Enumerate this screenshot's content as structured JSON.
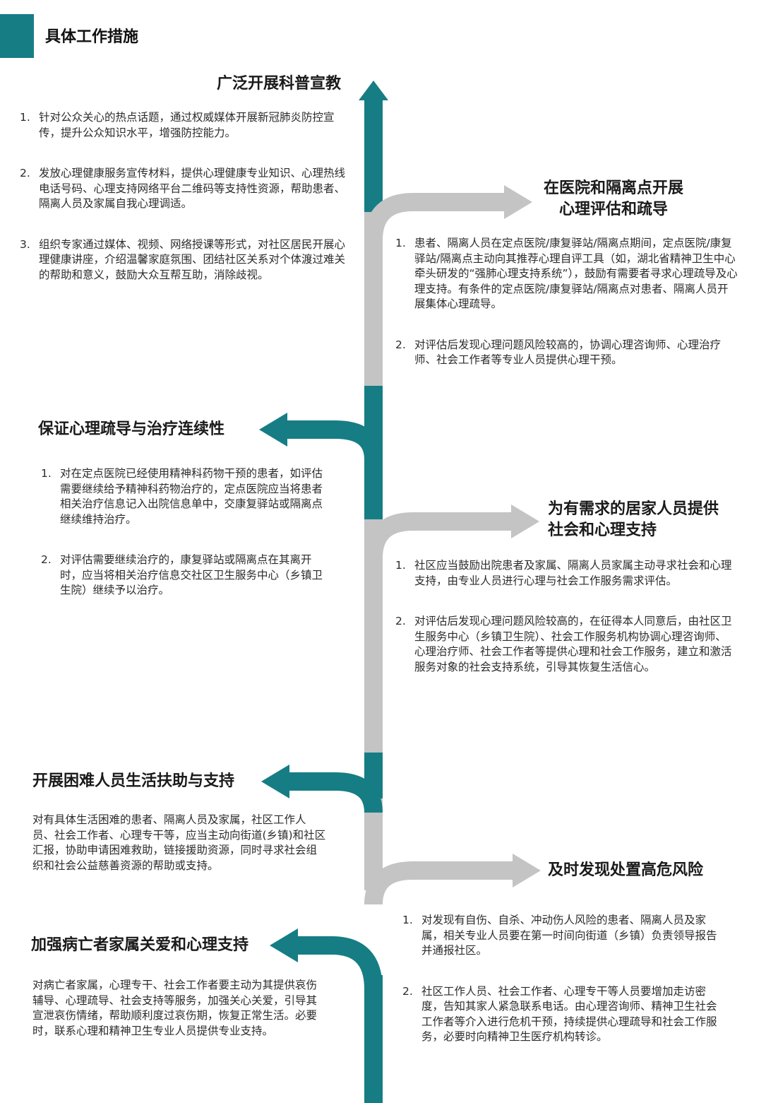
{
  "header": {
    "title": "具体工作措施"
  },
  "colors": {
    "teal": "#167d85",
    "gray": "#c4c4c4"
  },
  "sections": [
    {
      "title": [
        "广泛开展科普宣教"
      ],
      "items": [
        {
          "num": "1.",
          "text": "针对公众关心的热点话题，通过权威媒体开展新冠肺炎防控宣传，提升公众知识水平，增强防控能力。"
        },
        {
          "num": "2.",
          "text": "发放心理健康服务宣传材料，提供心理健康专业知识、心理热线电话号码、心理支持网络平台二维码等支持性资源，帮助患者、隔离人员及家属自我心理调适。"
        },
        {
          "num": "3.",
          "text": "组织专家通过媒体、视频、网络授课等形式，对社区居民开展心理健康讲座，介绍温馨家庭氛围、团结社区关系对个体渡过难关的帮助和意义，鼓励大众互帮互助，消除歧视。"
        }
      ]
    },
    {
      "title": [
        "在医院和隔离点开展",
        "心理评估和疏导"
      ],
      "items": [
        {
          "num": "1.",
          "text": "患者、隔离人员在定点医院/康复驿站/隔离点期间，定点医院/康复驿站/隔离点主动向其推荐心理自评工具（如，湖北省精神卫生中心牵头研发的“强肺心理支持系统”），鼓励有需要者寻求心理疏导及心理支持。有条件的定点医院/康复驿站/隔离点对患者、隔离人员开展集体心理疏导。"
        },
        {
          "num": "2.",
          "text": "对评估后发现心理问题风险较高的，协调心理咨询师、心理治疗师、社会工作者等专业人员提供心理干预。"
        }
      ]
    },
    {
      "title": [
        "保证心理疏导与治疗连续性"
      ],
      "items": [
        {
          "num": "1.",
          "text": "对在定点医院已经使用精神科药物干预的患者，如评估需要继续给予精神科药物治疗的，定点医院应当将患者相关治疗信息记入出院信息单中，交康复驿站或隔离点继续维持治疗。"
        },
        {
          "num": "2.",
          "text": "对评估需要继续治疗的，康复驿站或隔离点在其离开时，应当将相关治疗信息交社区卫生服务中心（乡镇卫生院）继续予以治疗。"
        }
      ]
    },
    {
      "title": [
        "为有需求的居家人员提供",
        "社会和心理支持"
      ],
      "items": [
        {
          "num": "1.",
          "text": "社区应当鼓励出院患者及家属、隔离人员家属主动寻求社会和心理支持，由专业人员进行心理与社会工作服务需求评估。"
        },
        {
          "num": "2.",
          "text": "对评估后发现心理问题风险较高的，在征得本人同意后，由社区卫生服务中心（乡镇卫生院）、社会工作服务机构协调心理咨询师、心理治疗师、社会工作者等提供心理和社会工作服务，建立和激活服务对象的社会支持系统，引导其恢复生活信心。"
        }
      ]
    },
    {
      "title": [
        "开展困难人员生活扶助与支持"
      ],
      "paragraph": "对有具体生活困难的患者、隔离人员及家属，社区工作人员、社会工作者、心理专干等，应当主动向街道(乡镇)和社区汇报，协助申请困难救助，链接援助资源，同时寻求社会组织和社会公益慈善资源的帮助或支持。"
    },
    {
      "title": [
        "及时发现处置高危风险"
      ],
      "items": [
        {
          "num": "1.",
          "text": "对发现有自伤、自杀、冲动伤人风险的患者、隔离人员及家属，相关专业人员要在第一时间向街道（乡镇）负责领导报告并通报社区。"
        },
        {
          "num": "2.",
          "text": "社区工作人员、社会工作者、心理专干等人员要增加走访密度，告知其家人紧急联系电话。由心理咨询师、精神卫生社会工作者等介入进行危机干预，持续提供心理疏导和社会工作服务，必要时向精神卫生医疗机构转诊。"
        }
      ]
    },
    {
      "title": [
        "加强病亡者家属关爱和心理支持"
      ],
      "paragraph": "对病亡者家属，心理专干、社会工作者要主动为其提供哀伤辅导、心理疏导、社会支持等服务，加强关心关爱，引导其宣泄哀伤情绪，帮助顺利度过哀伤期，恢复正常生活。必要时，联系心理和精神卫生专业人员提供专业支持。"
    }
  ]
}
